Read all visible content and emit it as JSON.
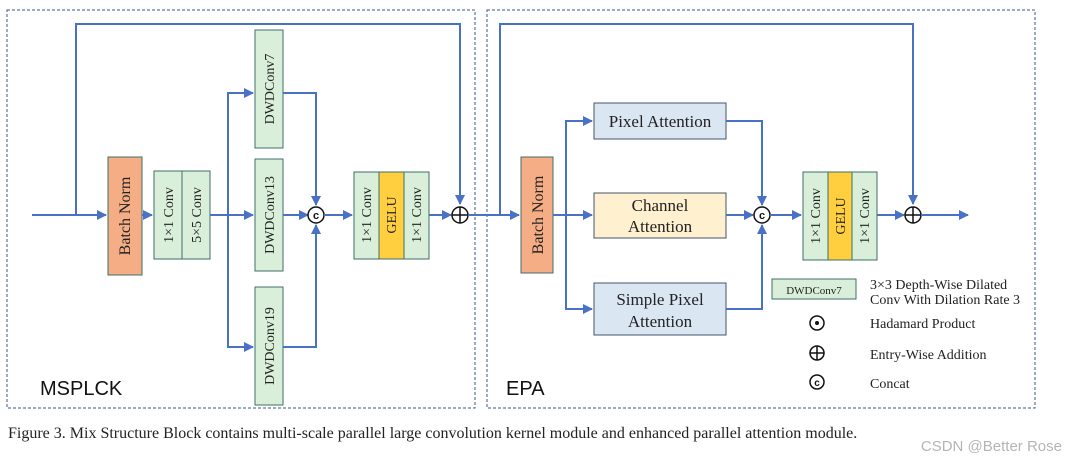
{
  "panels": {
    "left_title": "MSPLCK",
    "right_title": "EPA"
  },
  "blocks": {
    "batch_norm": "Batch Norm",
    "conv1x1": "1×1 Conv",
    "conv5x5": "5×5 Conv",
    "dwd7": "DWDConv7",
    "dwd13": "DWDConv13",
    "dwd19": "DWDConv19",
    "gelu": "GELU",
    "pixel_attention": "Pixel Attention",
    "channel_attention_line1": "Channel",
    "channel_attention_line2": "Attention",
    "simple_pixel_attention_line1": "Simple Pixel",
    "simple_pixel_attention_line2": "Attention"
  },
  "symbols": {
    "concat": "c",
    "add": "+",
    "dot": "•"
  },
  "legend": {
    "dwd_sample": "DWDConv7",
    "dwd_desc_line1": "3×3  Depth-Wise Dilated",
    "dwd_desc_line2": "Conv With Dilation Rate 3",
    "hadamard": "Hadamard Product",
    "entry_add": "Entry-Wise Addition",
    "concat": "Concat"
  },
  "caption": "Figure 3. Mix Structure Block contains multi-scale parallel large convolution kernel module and enhanced parallel attention module.",
  "watermark": "CSDN @Better Rose",
  "colors": {
    "batch_norm_fill": "#f4ad84",
    "conv_fill": "#d9efd9",
    "gelu_fill": "#ffcf3f",
    "pixel_attention_fill": "#dbe6f3",
    "channel_attention_fill": "#fff1cf",
    "arrow": "#4a72c4"
  }
}
